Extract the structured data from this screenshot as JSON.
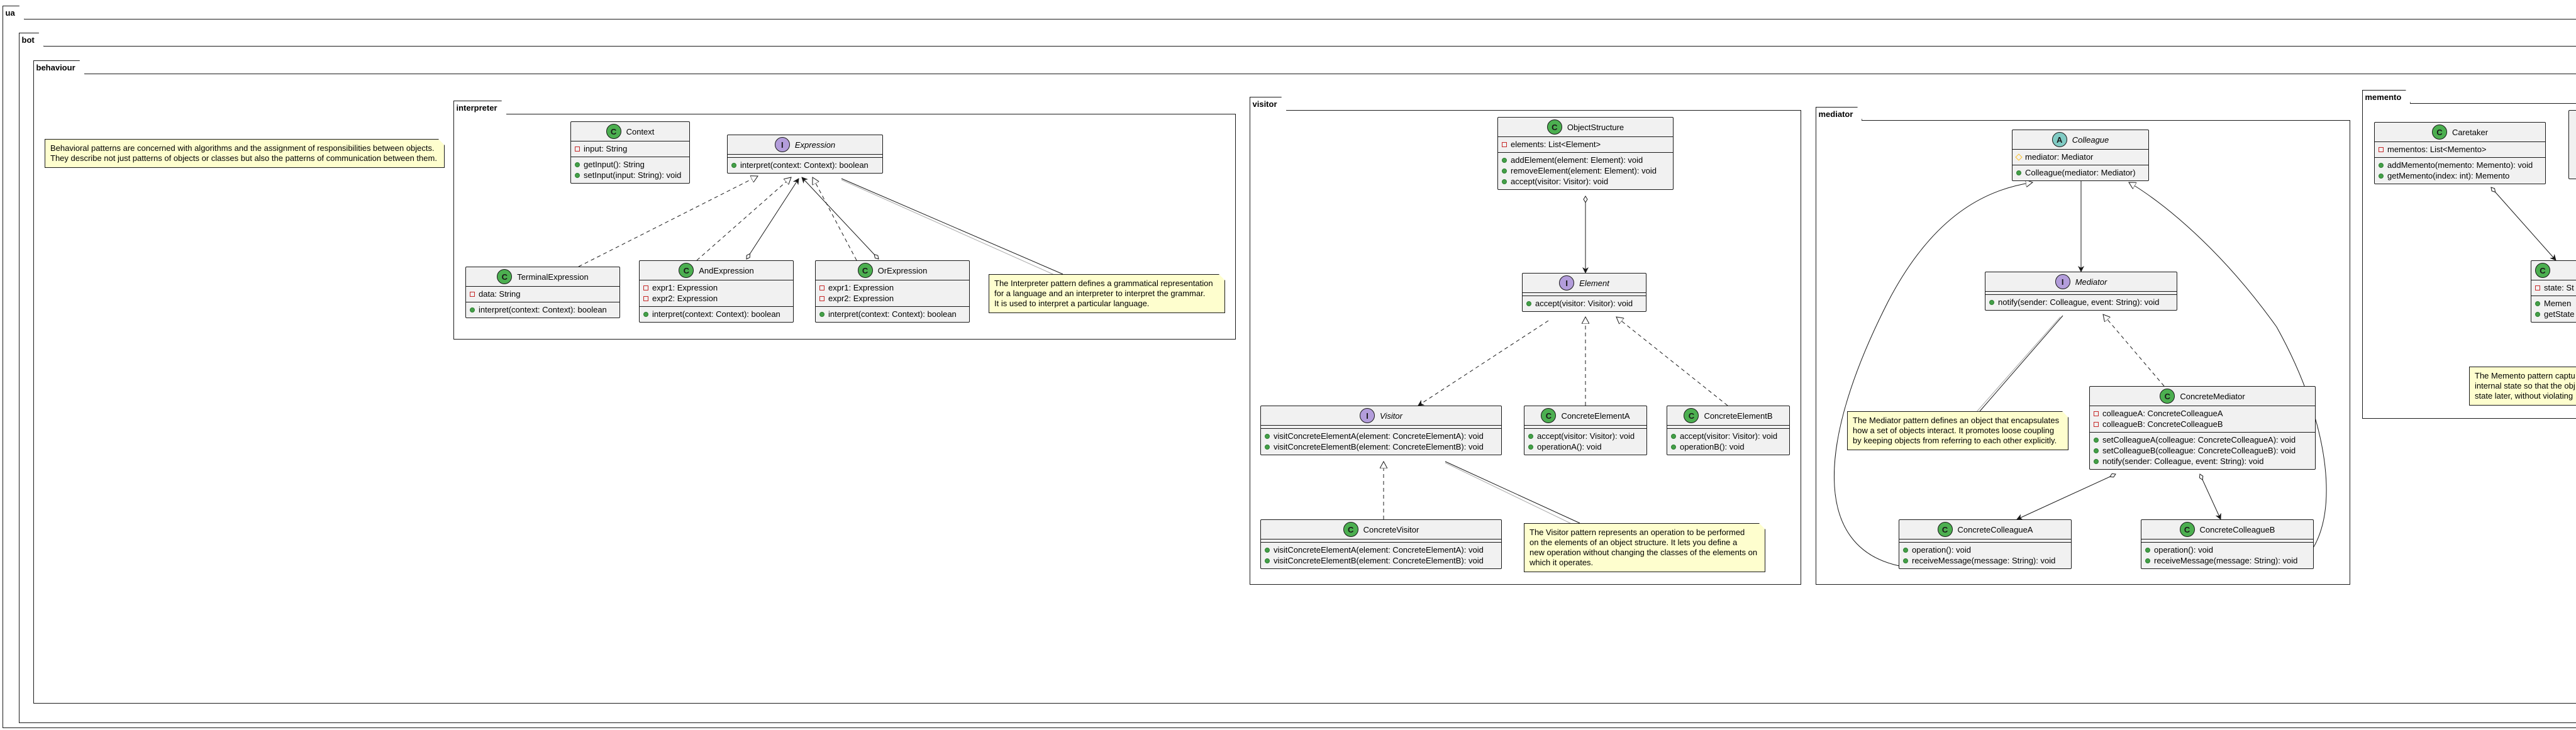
{
  "packages": {
    "ua": "ua",
    "bot": "bot",
    "behaviour": "behaviour",
    "interpreter": "interpreter",
    "visitor": "visitor",
    "mediator": "mediator",
    "memento": "memento"
  },
  "notes": {
    "behavioral": [
      "Behavioral patterns are concerned with algorithms and the assignment of responsibilities between objects.",
      "They describe not just patterns of objects or classes but also the patterns of communication between them."
    ],
    "interpreter": [
      "The Interpreter pattern defines a grammatical representation",
      "for a language and an interpreter to interpret the grammar.",
      "It is used to interpret a particular language."
    ],
    "visitor": [
      "The Visitor pattern represents an operation to be performed",
      "on the elements of an object structure. It lets you define a",
      "new operation without changing the classes of the elements on",
      "which it operates."
    ],
    "mediator": [
      "The Mediator pattern defines an object that encapsulates",
      "how a set of objects interact. It promotes loose coupling",
      "by keeping objects from referring to each other explicitly."
    ],
    "memento": [
      "The Memento pattern captu",
      "internal state so that the obj",
      "state later, without violating"
    ]
  },
  "classes": {
    "context": {
      "kind": "C",
      "name": "Context",
      "fields": [
        "input: String"
      ],
      "methods": [
        "getInput(): String",
        "setInput(input: String): void"
      ]
    },
    "expression": {
      "kind": "I",
      "name": "Expression",
      "fields": [],
      "methods": [
        "interpret(context: Context): boolean"
      ]
    },
    "terminalExpression": {
      "kind": "C",
      "name": "TerminalExpression",
      "fields": [
        "data: String"
      ],
      "methods": [
        "interpret(context: Context): boolean"
      ]
    },
    "andExpression": {
      "kind": "C",
      "name": "AndExpression",
      "fields": [
        "expr1: Expression",
        "expr2: Expression"
      ],
      "methods": [
        "interpret(context: Context): boolean"
      ]
    },
    "orExpression": {
      "kind": "C",
      "name": "OrExpression",
      "fields": [
        "expr1: Expression",
        "expr2: Expression"
      ],
      "methods": [
        "interpret(context: Context): boolean"
      ]
    },
    "objectStructure": {
      "kind": "C",
      "name": "ObjectStructure",
      "fields": [
        "elements: List<Element>"
      ],
      "methods": [
        "addElement(element: Element): void",
        "removeElement(element: Element): void",
        "accept(visitor: Visitor): void"
      ]
    },
    "element": {
      "kind": "I",
      "name": "Element",
      "fields": [],
      "methods": [
        "accept(visitor: Visitor): void"
      ]
    },
    "visitor": {
      "kind": "I",
      "name": "Visitor",
      "fields": [],
      "methods": [
        "visitConcreteElementA(element: ConcreteElementA): void",
        "visitConcreteElementB(element: ConcreteElementB): void"
      ]
    },
    "concreteElementA": {
      "kind": "C",
      "name": "ConcreteElementA",
      "fields": [],
      "methods": [
        "accept(visitor: Visitor): void",
        "operationA(): void"
      ]
    },
    "concreteElementB": {
      "kind": "C",
      "name": "ConcreteElementB",
      "fields": [],
      "methods": [
        "accept(visitor: Visitor): void",
        "operationB(): void"
      ]
    },
    "concreteVisitor": {
      "kind": "C",
      "name": "ConcreteVisitor",
      "fields": [],
      "methods": [
        "visitConcreteElementA(element: ConcreteElementA): void",
        "visitConcreteElementB(element: ConcreteElementB): void"
      ]
    },
    "colleague": {
      "kind": "A",
      "name": "Colleague",
      "fields": [
        "mediator: Mediator"
      ],
      "methods": [
        "Colleague(mediator: Mediator)"
      ]
    },
    "mediator": {
      "kind": "I",
      "name": "Mediator",
      "fields": [],
      "methods": [
        "notify(sender: Colleague, event: String): void"
      ]
    },
    "concreteMediator": {
      "kind": "C",
      "name": "ConcreteMediator",
      "fields": [
        "colleagueA: ConcreteColleagueA",
        "colleagueB: ConcreteColleagueB"
      ],
      "methods": [
        "setColleagueA(colleague: ConcreteColleagueA): void",
        "setColleagueB(colleague: ConcreteColleagueB): void",
        "notify(sender: Colleague, event: String): void"
      ]
    },
    "concreteColleagueA": {
      "kind": "C",
      "name": "ConcreteColleagueA",
      "fields": [],
      "methods": [
        "operation(): void",
        "receiveMessage(message: String): void"
      ]
    },
    "concreteColleagueB": {
      "kind": "C",
      "name": "ConcreteColleagueB",
      "fields": [],
      "methods": [
        "operation(): void",
        "receiveMessage(message: String): void"
      ]
    },
    "caretaker": {
      "kind": "C",
      "name": "Caretaker",
      "fields": [
        "mementos: List<Memento>"
      ],
      "methods": [
        "addMemento(memento: Memento): void",
        "getMemento(index: int): Memento"
      ]
    },
    "memento": {
      "kind": "C",
      "name": "",
      "fields": [
        "state: St"
      ],
      "methods": [
        "Memen",
        "getState"
      ]
    }
  },
  "colors": {
    "class_bg": "#f1f1f1",
    "note_bg": "#fefece",
    "class_badge": "#4caf50",
    "interface_badge": "#b39ddb",
    "abstract_badge": "#80cbc4",
    "private_marker": "#c62828",
    "public_marker": "#43a047",
    "protected_marker": "#fbc02d"
  }
}
